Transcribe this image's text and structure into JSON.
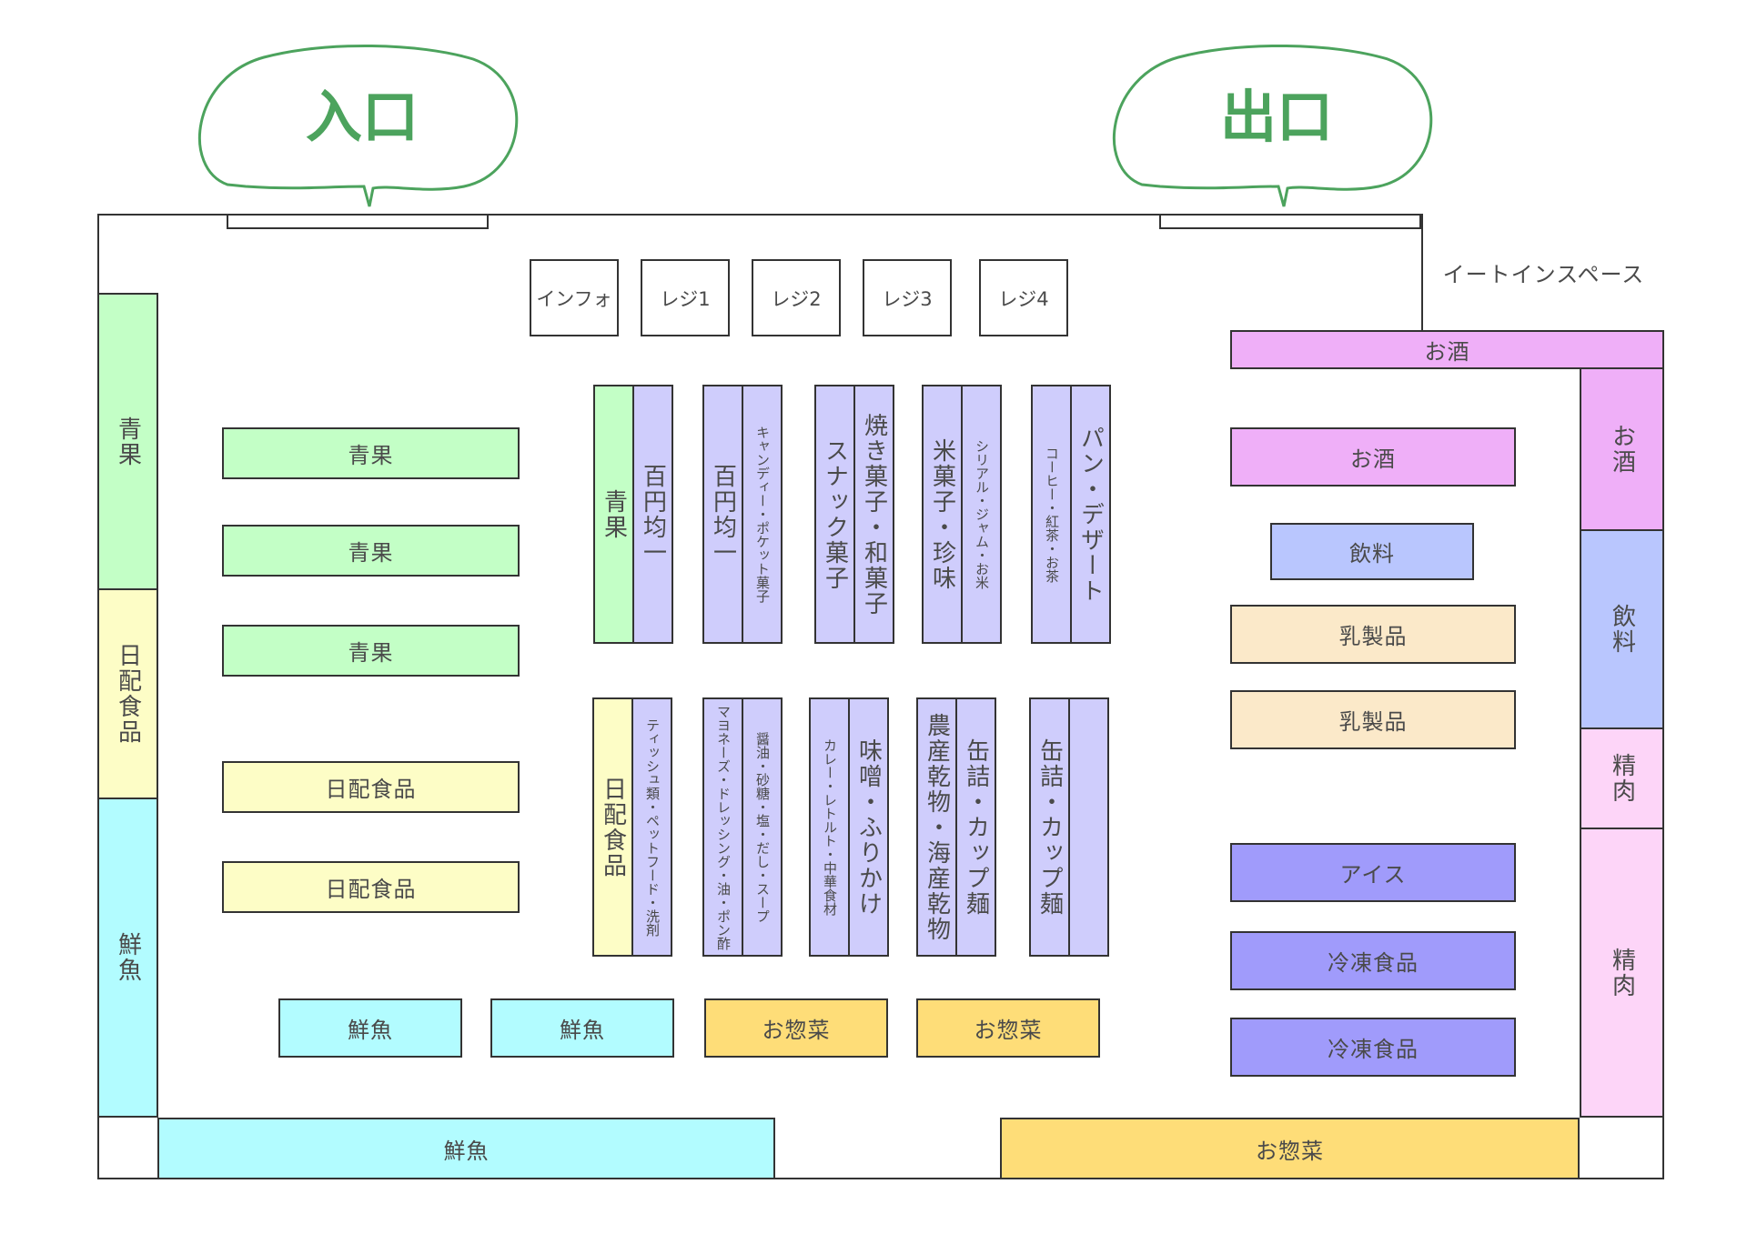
{
  "entrance": "入口",
  "exit": "出口",
  "registers": [
    "インフォ",
    "レジ1",
    "レジ2",
    "レジ3",
    "レジ4"
  ],
  "eat_in": "イートインスペース",
  "left_wall": {
    "produce": "青果",
    "daily": "日配食品",
    "fish": "鮮魚"
  },
  "left_shelves": [
    "青果",
    "青果",
    "青果",
    "日配食品",
    "日配食品"
  ],
  "bottom_shelves": [
    "鮮魚",
    "鮮魚",
    "お惣菜",
    "お惣菜"
  ],
  "bottom_wall": {
    "fish": "鮮魚",
    "deli": "お惣菜"
  },
  "aisles_top": {
    "a1_left": "青果",
    "a1_right": "百円均一",
    "a2_left": "百円均一",
    "a2_right": "キャンディー・ポケット菓子",
    "a3_left": "スナック菓子",
    "a3_right": "焼き菓子・和菓子",
    "a4_left": "米菓子・珍味",
    "a4_right": "シリアル・ジャム・お米",
    "a5_left": "コーヒー・紅茶・お茶",
    "a5_right": "パン・デザート"
  },
  "aisles_bottom": {
    "b1_left": "日配食品",
    "b1_right": "ティッシュ類・ペットフード・洗剤",
    "b2_left": "マヨネーズ・ドレッシング・油・ポン酢",
    "b2_right": "醤油・砂糖・塩・だし・スープ",
    "b3_left": "カレー・レトルト・中華食材",
    "b3_right": "味噌・ふりかけ",
    "b4_left": "農産乾物・海産乾物",
    "b4_right": "缶詰・カップ麺",
    "b5_left": "缶詰・カップ麺",
    "b5_right": ""
  },
  "right_top_bar": "お酒",
  "right_shelves": [
    "お酒",
    "飲料",
    "乳製品",
    "乳製品",
    "アイス",
    "冷凍食品",
    "冷凍食品"
  ],
  "right_wall": {
    "sake": "お酒",
    "drinks": "飲料",
    "meat1": "精肉",
    "meat2": "精肉"
  },
  "colors": {
    "produce": "#c3ffc6",
    "daily": "#fdfdc6",
    "fish": "#b2fcff",
    "deli": "#fedd78",
    "sake": "#efaff8",
    "drinks": "#b9c6fe",
    "dairy": "#fbe9c9",
    "meat": "#fdd5f8",
    "grocery": "#cfcdfc",
    "frozen": "#a09bfb",
    "bubble": "#4ca35d"
  }
}
